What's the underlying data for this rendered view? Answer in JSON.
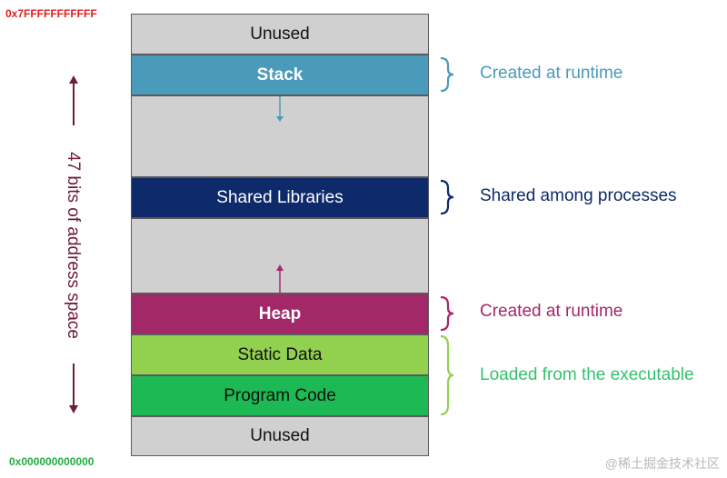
{
  "addresses": {
    "top": "0x7FFFFFFFFFFF",
    "bottom": "0x000000000000"
  },
  "address_space_label": "47 bits of address space",
  "segments": [
    {
      "label": "Unused"
    },
    {
      "label": "Stack"
    },
    {
      "label": ""
    },
    {
      "label": "Shared Libraries"
    },
    {
      "label": ""
    },
    {
      "label": "Heap"
    },
    {
      "label": "Static Data"
    },
    {
      "label": "Program Code"
    },
    {
      "label": "Unused"
    }
  ],
  "annotations": [
    {
      "text": "Created at runtime",
      "color": "#4a9bbb"
    },
    {
      "text": "Shared among processes",
      "color": "#0e2a6a"
    },
    {
      "text": "Created at runtime",
      "color": "#a3286a"
    },
    {
      "text": "Loaded from the executable",
      "color": "#33c36a"
    }
  ],
  "colors": {
    "unused": "#d0d0d0",
    "stack": "#4a9bbb",
    "shared_libraries": "#0e2a6a",
    "heap": "#a3286a",
    "static_data": "#92d050",
    "program_code": "#1db954",
    "address_top": "#e02020",
    "address_bottom": "#1fae3f",
    "axis": "#6e1a3a"
  },
  "watermark": "@稀土掘金技术社区"
}
